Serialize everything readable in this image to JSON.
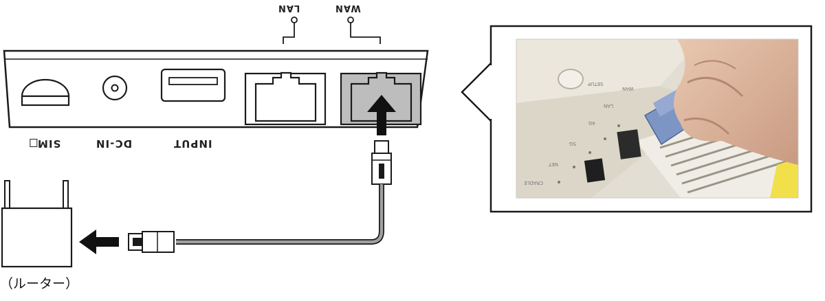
{
  "labels": {
    "lan": "LAN",
    "wan": "WAN",
    "sim": "SIM",
    "dc_in": "DC-IN",
    "input": "INPUT"
  },
  "photo_labels": {
    "setup": "SETUP",
    "wan": "WAN",
    "lan": "LAN",
    "l4g": "4G",
    "l5g": "5G",
    "net": "NET",
    "cradle": "CRADLE"
  },
  "router_caption": "（ルーター）",
  "colors": {
    "outline": "#1a1a1a",
    "wan_port_fill": "#bdbdbd",
    "cable_gray": "#9a9a9a",
    "photo_bg": "#e2ddd2",
    "connector_blue": "#7d95c4",
    "accent_yellow": "#f1e04a"
  }
}
